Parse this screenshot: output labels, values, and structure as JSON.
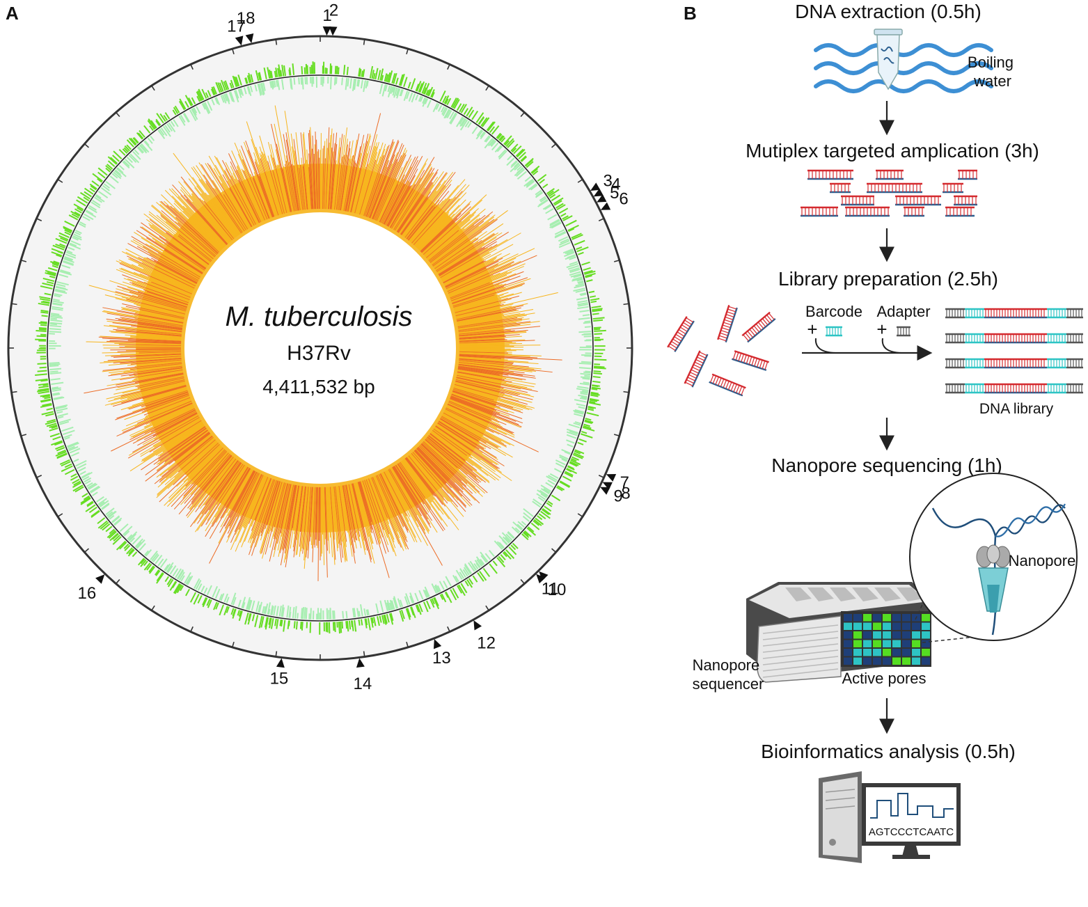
{
  "panel_a": {
    "letter": "A",
    "organism": "M. tuberculosis",
    "strain": "H37Rv",
    "genome_size": "4,411,532 bp",
    "markers": [
      {
        "label": "1",
        "angle": 1.2
      },
      {
        "label": "2",
        "angle": 2.3
      },
      {
        "label": "3",
        "angle": 59.8
      },
      {
        "label": "4",
        "angle": 61.0
      },
      {
        "label": "5",
        "angle": 62.2
      },
      {
        "label": "6",
        "angle": 63.8
      },
      {
        "label": "7",
        "angle": 113.8
      },
      {
        "label": "8",
        "angle": 115.4
      },
      {
        "label": "9",
        "angle": 116.4
      },
      {
        "label": "10",
        "angle": 135.6
      },
      {
        "label": "11",
        "angle": 136.3
      },
      {
        "label": "12",
        "angle": 150.6
      },
      {
        "label": "13",
        "angle": 158.6
      },
      {
        "label": "14",
        "angle": 172.8
      },
      {
        "label": "15",
        "angle": 187.1
      },
      {
        "label": "16",
        "angle": 223.6
      },
      {
        "label": "17",
        "angle": 345.4
      },
      {
        "label": "18",
        "angle": 347.3
      }
    ],
    "colors": {
      "outer_ring": "#333333",
      "background": "#f4f4f4",
      "gene_forward": "#66dd22",
      "gene_reverse": "#a6eeb0",
      "coverage_main": "#f7b51c",
      "coverage_accent": "#ec6b24"
    }
  },
  "panel_b": {
    "letter": "B",
    "steps": [
      {
        "title": "DNA extraction (0.5h)",
        "note": "Boiling water"
      },
      {
        "title": "Mutiplex targeted amplication (3h)"
      },
      {
        "title": "Library preparation (2.5h)",
        "barcode": "Barcode",
        "adapter": "Adapter",
        "plus": "+",
        "library": "DNA library"
      },
      {
        "title": "Nanopore sequencing (1h)",
        "sequencer": "Nanopore sequencer",
        "pores": "Active pores",
        "nanopore": "Nanopore"
      },
      {
        "title": "Bioinformatics analysis (0.5h)",
        "sequence": "AGTCCCTCAATC"
      }
    ],
    "colors": {
      "water": "#3d8fd4",
      "red_strand": "#d42a2f",
      "blue_strand": "#2b5f8f",
      "cyan": "#2ec4c4",
      "grey_strand": "#555555"
    }
  }
}
